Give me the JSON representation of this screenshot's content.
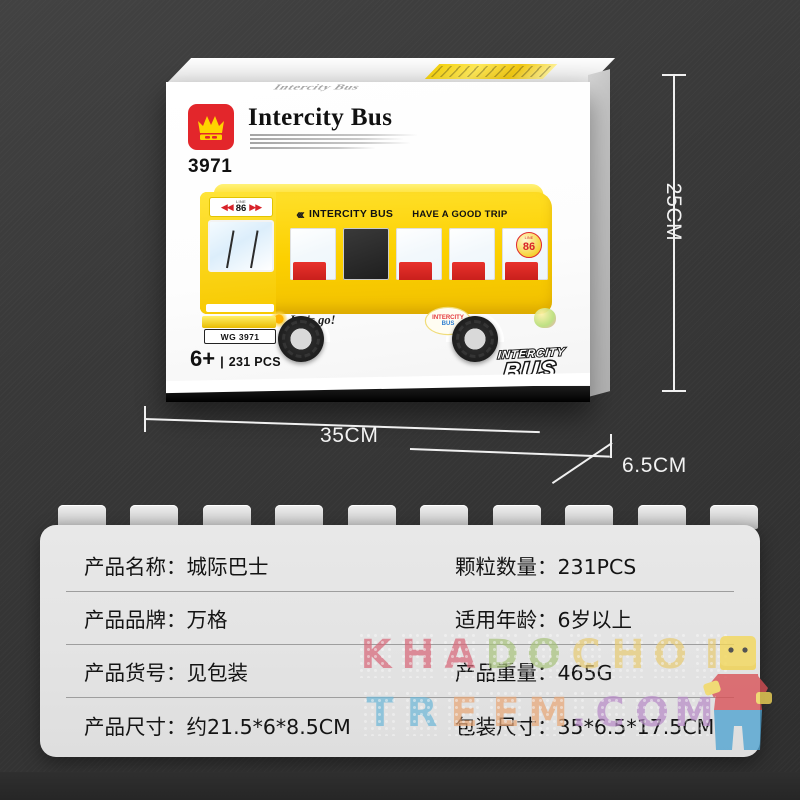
{
  "background": {
    "color": "#373737"
  },
  "product_box": {
    "brand_logo": "wange-crown-logo",
    "brand_logo_color": "#e3262b",
    "title": "Intercity  Bus",
    "ghost_title": "Intercity Bus",
    "sku": "3971",
    "age_rating": "6+",
    "age_separator": "|",
    "piece_count_label": "231 PCS",
    "chrome_badge": {
      "line1": "INTERCITY",
      "line2": "BUS"
    },
    "bus": {
      "destination_sign": {
        "left_chevron": "◀◀",
        "right_chevron": "▶▶",
        "line_label": "LINE",
        "route_number": "86"
      },
      "side_banner": {
        "arrows": "‹‹‹",
        "text1": "INTERCITY BUS",
        "text2": "HAVE A GOOD TRIP"
      },
      "roundel": {
        "line_label": "LINE",
        "route_number": "86"
      },
      "decal_lets_go": "Let's go!",
      "decal_round": {
        "line1": "INTERCITY",
        "line2": "BUS"
      },
      "license_plate": "WG 3971"
    }
  },
  "dimensions": {
    "height": "25CM",
    "width": "35CM",
    "depth": "6.5CM"
  },
  "spec_table": {
    "rows": [
      {
        "left": "产品名称：城际巴士",
        "right": "颗粒数量：231PCS"
      },
      {
        "left": "产品品牌：万格",
        "right": "适用年龄：6岁以上"
      },
      {
        "left": "产品货号：见包装",
        "right": "产品重量：465G"
      },
      {
        "left": "产品尺寸：约21.5*6*8.5CM",
        "right": "包装尺寸：35*6.5*17.5CM"
      }
    ]
  },
  "watermark": {
    "line1": [
      {
        "ch": "K",
        "color": "#d8697a"
      },
      {
        "ch": "H",
        "color": "#d8697a"
      },
      {
        "ch": "A",
        "color": "#d8697a"
      },
      {
        "ch": "D",
        "color": "#a9c47e"
      },
      {
        "ch": "O",
        "color": "#a9c47e"
      },
      {
        "ch": "C",
        "color": "#e8cc76"
      },
      {
        "ch": "H",
        "color": "#e8cc76"
      },
      {
        "ch": "O",
        "color": "#e8cc76"
      },
      {
        "ch": "I",
        "color": "#e8cc76"
      }
    ],
    "line2": [
      {
        "ch": "T",
        "color": "#6fb8d8"
      },
      {
        "ch": "R",
        "color": "#6fb8d8"
      },
      {
        "ch": "E",
        "color": "#e8a878"
      },
      {
        "ch": "E",
        "color": "#e8a878"
      },
      {
        "ch": "M",
        "color": "#e8a878"
      },
      {
        "ch": ".",
        "color": "#b88cc8"
      },
      {
        "ch": "C",
        "color": "#b88cc8"
      },
      {
        "ch": "O",
        "color": "#b88cc8"
      },
      {
        "ch": "M",
        "color": "#b88cc8"
      }
    ],
    "figure": "minifigure-icon"
  }
}
